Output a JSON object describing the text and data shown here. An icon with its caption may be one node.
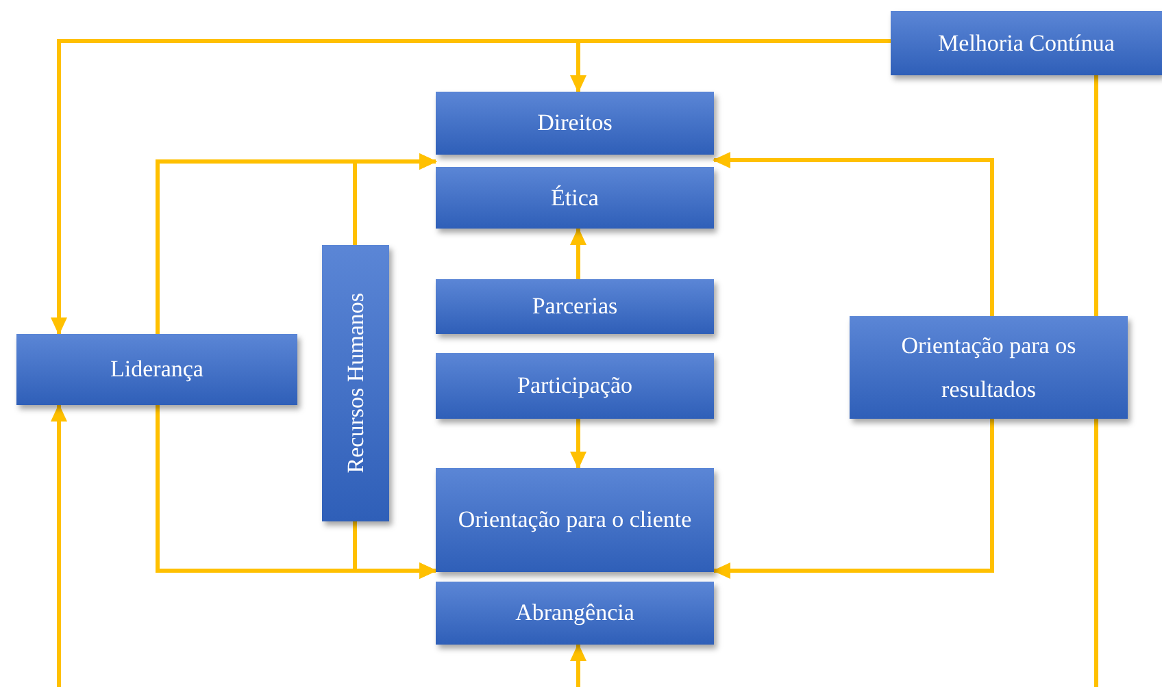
{
  "diagram": {
    "nodes": [
      {
        "text": [
          "Melhoria Contínua"
        ]
      },
      {
        "text": [
          "Direitos"
        ]
      },
      {
        "text": [
          "Ética"
        ]
      },
      {
        "text": [
          "Liderança"
        ]
      },
      {
        "text": [
          "Recursos Humanos"
        ]
      },
      {
        "text": [
          "Parcerias"
        ]
      },
      {
        "text": [
          "Participação"
        ]
      },
      {
        "text": [
          "Orientação para os resultados"
        ]
      },
      {
        "text": [
          "Orientação para o cliente"
        ]
      },
      {
        "text": [
          "Abrangência"
        ]
      }
    ],
    "edges": [
      {
        "from": 0,
        "to": 1,
        "arrow": "to"
      },
      {
        "from": 0,
        "to": 3,
        "arrow": "to"
      },
      {
        "from": 0,
        "to": 7,
        "arrow": "none"
      },
      {
        "from": 7,
        "to": null,
        "arrow": "none"
      },
      {
        "from": null,
        "to": 3,
        "arrow": "to"
      },
      {
        "from": null,
        "to": 9,
        "arrow": "to"
      },
      {
        "from": 3,
        "to": 1,
        "arrow": "to"
      },
      {
        "from": 4,
        "to": 1,
        "arrow": "to"
      },
      {
        "from": 3,
        "to": 8,
        "arrow": "to"
      },
      {
        "from": 4,
        "to": 8,
        "arrow": "to"
      },
      {
        "from": 5,
        "to": 2,
        "arrow": "to"
      },
      {
        "from": 6,
        "to": 8,
        "arrow": "to"
      },
      {
        "from": 7,
        "to": 1,
        "arrow": "to"
      },
      {
        "from": 7,
        "to": 8,
        "arrow": "to"
      }
    ]
  }
}
